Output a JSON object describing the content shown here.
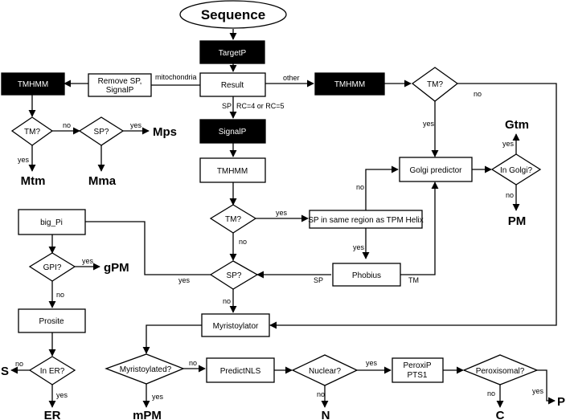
{
  "nodes": {
    "sequence": "Sequence",
    "targetp": "TargetP",
    "result": "Result",
    "remove_sp_1": "Remove SP,",
    "remove_sp_2": "SignalP",
    "tmhmm_left": "TMHMM",
    "tmhmm_right": "TMHMM",
    "tm_left": "TM?",
    "sp_left": "SP?",
    "tm_right": "TM?",
    "signalp": "SignalP",
    "tmhmm_mid": "TMHMM",
    "tm_mid": "TM?",
    "sp_same_region": "SP in same region as TPM Helix",
    "golgi_predictor": "Golgi predictor",
    "in_golgi": "In Golgi?",
    "big_pi": "big_Pi",
    "gpi": "GPI?",
    "sp_mid": "SP?",
    "phobius": "Phobius",
    "prosite": "Prosite",
    "in_er": "In ER?",
    "myristoylator": "Myristoylator",
    "myristoylated": "Myristoylated?",
    "predictnls": "PredictNLS",
    "nuclear": "Nuclear?",
    "peroxip_1": "PeroxiP",
    "peroxip_2": "PTS1",
    "peroxisomal": "Peroxisomal?"
  },
  "outcomes": {
    "mps": "Mps",
    "mtm": "Mtm",
    "mma": "Mma",
    "gtm": "Gtm",
    "pm": "PM",
    "gpm": "gPM",
    "s": "S",
    "er": "ER",
    "mpm": "mPM",
    "n": "N",
    "c": "C",
    "p": "P"
  },
  "edge_labels": {
    "mitochondria": "mitochondria",
    "other": "other",
    "sp_rc": "SP",
    "rc": "RC=4 or RC=5",
    "tmleft_yes": "yes",
    "tmleft_no": "no",
    "spleft_yes": "yes",
    "tmright_yes": "yes",
    "tmright_no": "no",
    "golgi_yes": "yes",
    "golgi_no": "no",
    "golgi_in_no": "no",
    "tmmid_yes": "yes",
    "tmmid_no": "no",
    "sameregion_yes": "yes",
    "gpi_yes": "yes",
    "gpi_no": "no",
    "spmid_yes": "yes",
    "phobius_sp": "SP",
    "phobius_tm": "TM",
    "spmid_no": "no",
    "er_no": "no",
    "er_yes": "yes",
    "myr_no": "no",
    "myr_yes": "yes",
    "nuclear_yes": "yes",
    "nuclear_no": "no",
    "perox_no": "no",
    "perox_yes": "yes"
  }
}
